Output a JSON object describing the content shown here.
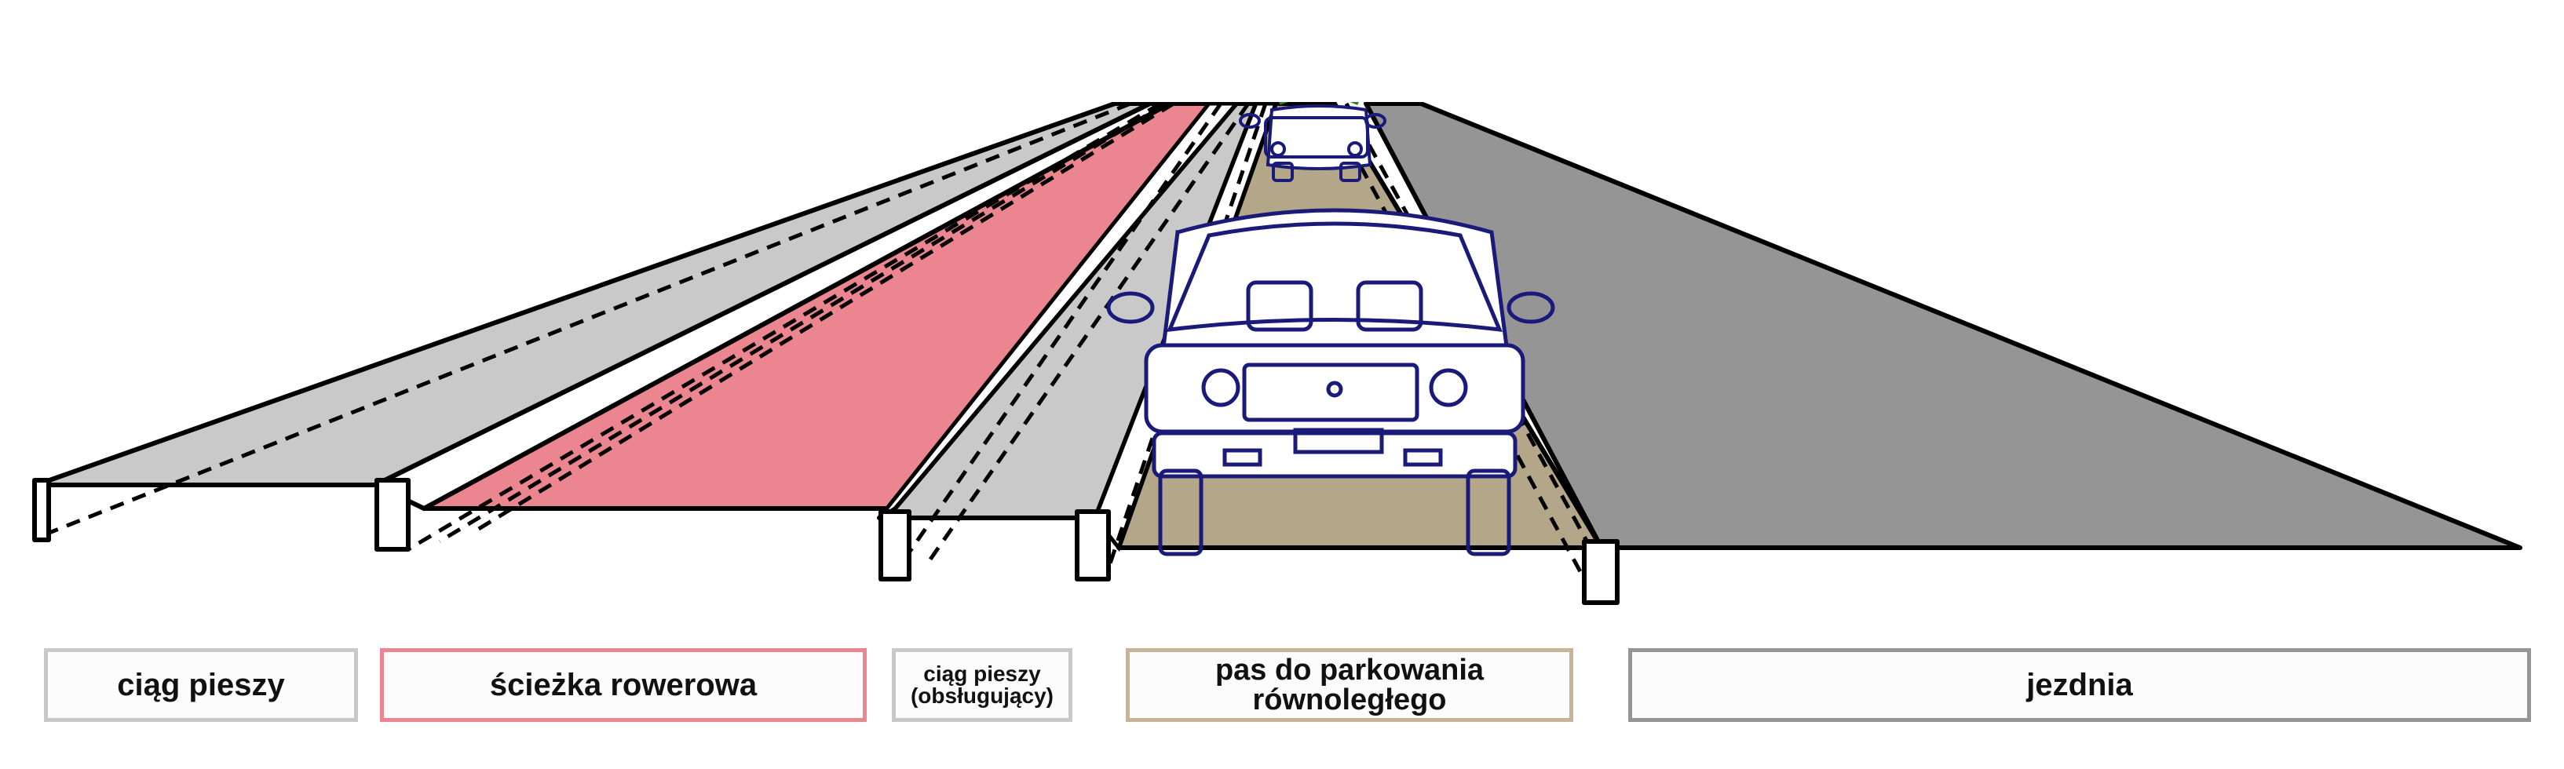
{
  "colors": {
    "sidewalk": "#c9c9c9",
    "bike_path": "#eb8690",
    "parking": "#b4a789",
    "roadway": "#959595",
    "vehicle_outline": "#1a1a78",
    "outline": "#000000"
  },
  "legend": {
    "sidewalk": {
      "label": "ciąg pieszy",
      "border_color": "#c8c8c8"
    },
    "bike_path": {
      "label": "ścieżka rowerowa",
      "border_color": "#eb8690"
    },
    "service_sidewalk": {
      "line1": "ciąg pieszy",
      "line2": "(obsługujący)",
      "border_color": "#c8c8c8"
    },
    "parking": {
      "line1": "pas do parkowania",
      "line2": "równoległego",
      "border_color": "#c4b597"
    },
    "roadway": {
      "label": "jezdnia",
      "border_color": "#959595"
    }
  },
  "icons": [
    "car-front-icon",
    "distant-car-icon"
  ]
}
